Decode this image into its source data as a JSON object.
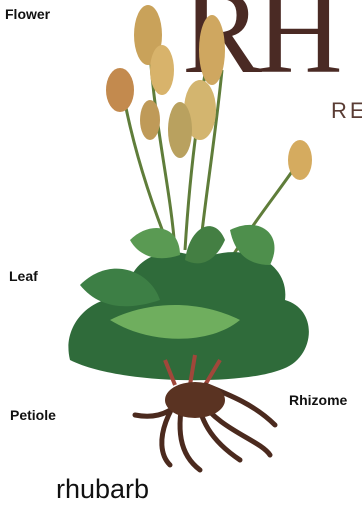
{
  "title_fragment": "RH",
  "subtitle_fragment": "RE",
  "labels": {
    "flower": "Flower",
    "leaf": "Leaf",
    "petiole": "Petiole",
    "rhizome": "Rhizome"
  },
  "caption": "rhubarb",
  "colors": {
    "title": "#4a2a24",
    "leaf_dark": "#2f6b3a",
    "leaf_light": "#6fae5e",
    "flower": "#c9a25a",
    "root": "#4b2a1e"
  }
}
